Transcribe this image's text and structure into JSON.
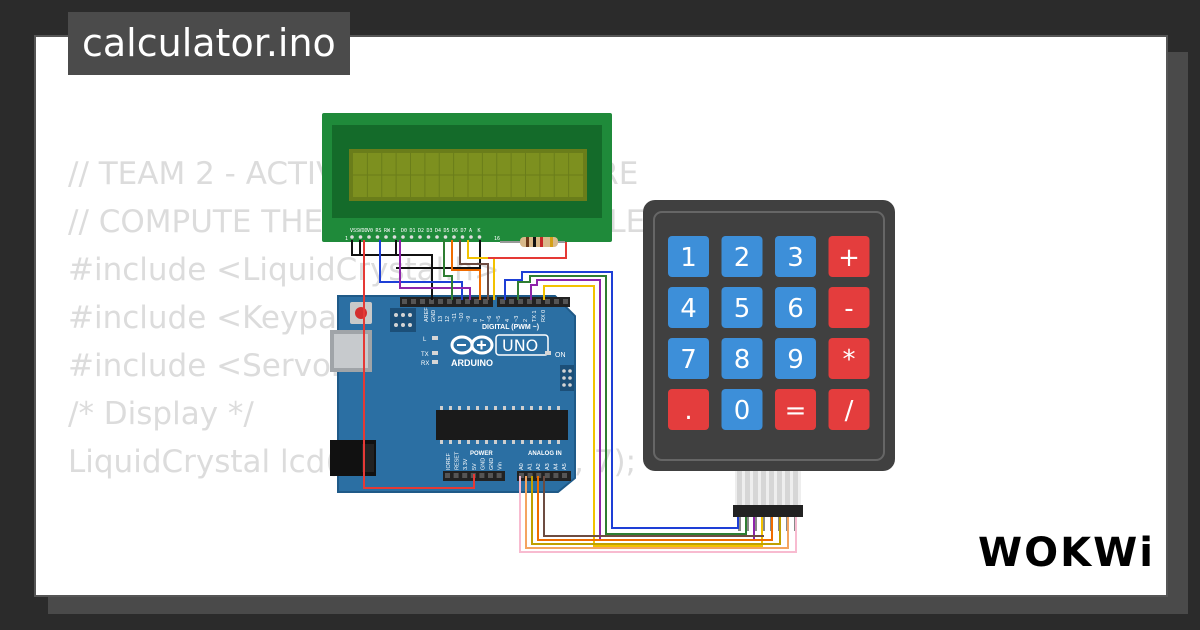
{
  "tab": {
    "filename": "calculator.ino"
  },
  "code_lines": [
    "// TEAM 2 - ACTIVITY 3 - PROCEDURE",
    "// COMPUTE THE ... IN THE INPUT ELEMENTS",
    "",
    "",
    "#include <LiquidCrystal.h>",
    "#include <Keypad.h>",
    "#include <Servo.h>",
    "",
    "/* Display */",
    "LiquidCrystal lcd(12, 11, 10, 9, 8, 7);"
  ],
  "lcd": {
    "pin_labels": [
      "VSS",
      "VDD",
      "V0",
      "RS",
      "RW",
      "E",
      "D0",
      "D1",
      "D2",
      "D3",
      "D4",
      "D5",
      "D6",
      "D7",
      "A",
      "K"
    ],
    "pin_numbers": [
      "1",
      "16"
    ]
  },
  "arduino": {
    "model": "UNO",
    "brand": "ARDUINO",
    "digital_label": "DIGITAL (PWM ~)",
    "digital_pins": [
      "AREF",
      "GND",
      "13",
      "12",
      "~11",
      "~10",
      "~9",
      "8",
      "7",
      "~6",
      "~5",
      "4",
      "~3",
      "2",
      "TX 1",
      "RX 0"
    ],
    "power_label": "POWER",
    "power_pins": [
      "IOREF",
      "RESET",
      "3.3V",
      "5V",
      "GND",
      "GND",
      "Vin"
    ],
    "analog_label": "ANALOG IN",
    "analog_pins": [
      "A0",
      "A1",
      "A2",
      "A3",
      "A4",
      "A5"
    ],
    "led_labels": [
      "L",
      "TX",
      "RX"
    ],
    "on_label": "ON"
  },
  "keypad": {
    "keys": [
      [
        "1",
        "2",
        "3",
        "+"
      ],
      [
        "4",
        "5",
        "6",
        "-"
      ],
      [
        "7",
        "8",
        "9",
        "*"
      ],
      [
        ".",
        "0",
        "=",
        "/"
      ]
    ],
    "colors": {
      "number": "#3d8fd9",
      "operator": "#e43d3d"
    }
  },
  "brand": {
    "logo_text": "WOKWi"
  }
}
